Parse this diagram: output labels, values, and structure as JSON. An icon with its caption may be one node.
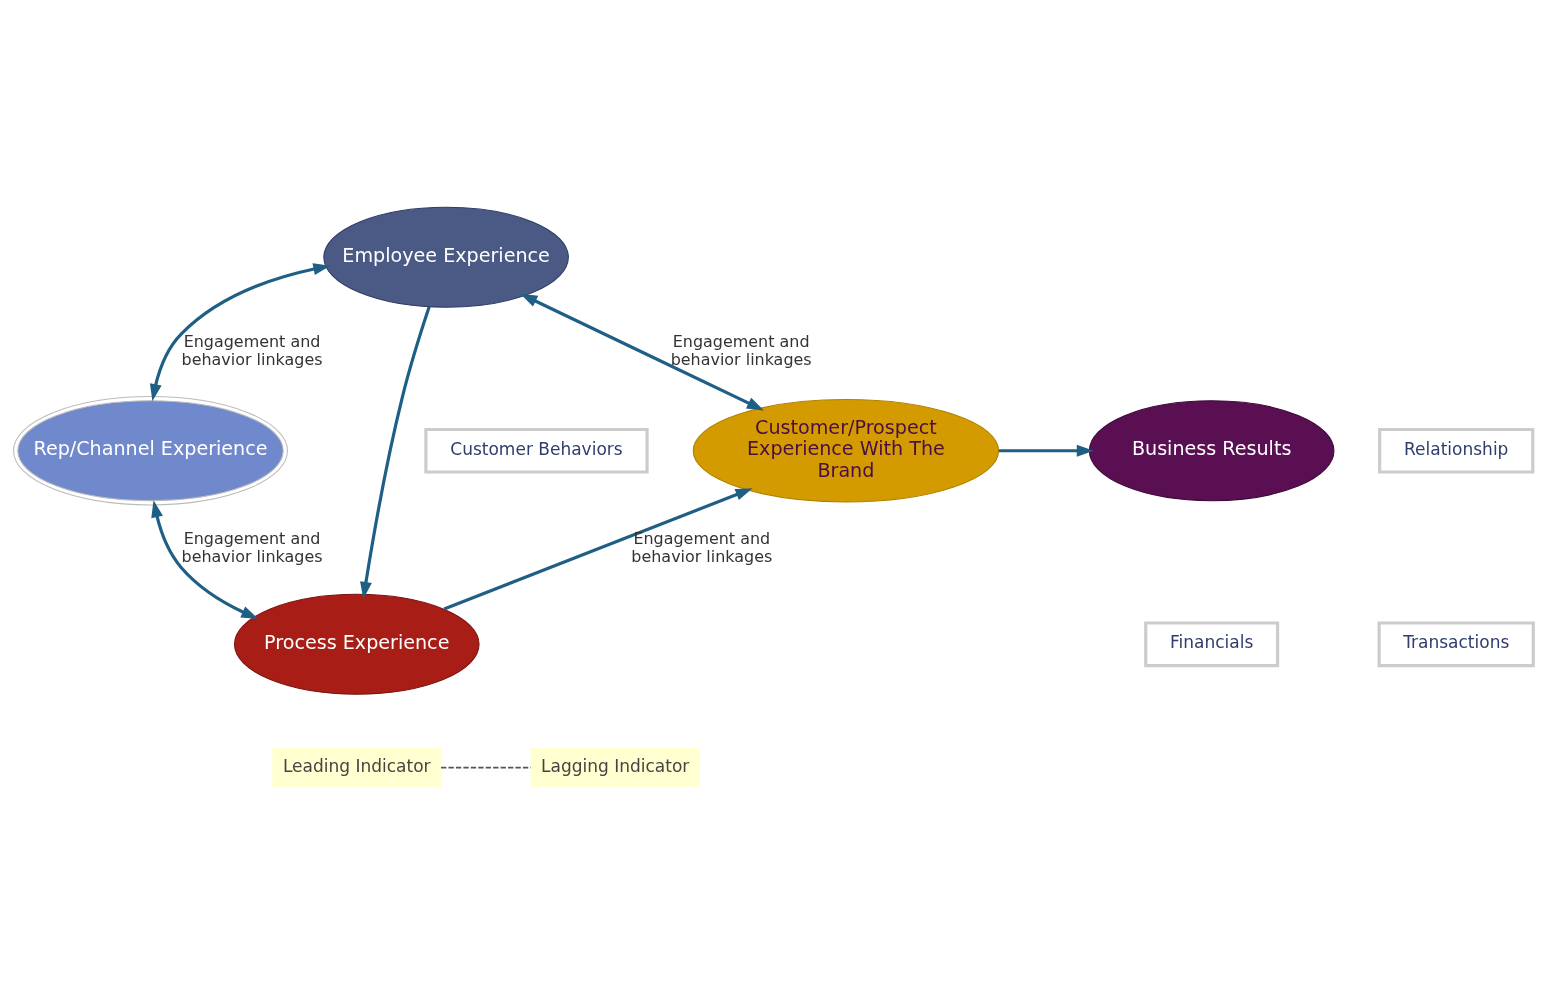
{
  "diagram": {
    "nodes": [
      {
        "text": [
          "Employee Experience"
        ]
      },
      {
        "text": [
          "Rep/Channel Experience"
        ]
      },
      {
        "text": [
          "Process Experience"
        ]
      },
      {
        "text": [
          "Customer/Prospect Experience With The Brand"
        ]
      },
      {
        "text": [
          "Business Results"
        ]
      },
      {
        "text": [
          "Relationship"
        ]
      },
      {
        "text": [
          "Transactions"
        ]
      },
      {
        "text": [
          "Customer Behaviors"
        ]
      },
      {
        "text": [
          "Financials"
        ]
      },
      {
        "text": [
          "Leading Indicator"
        ]
      },
      {
        "text": [
          "Lagging Indicator"
        ]
      }
    ],
    "edges": [
      {
        "from": 0,
        "to": 1,
        "arrow": "both",
        "label": "Engagement and behavior linkages"
      },
      {
        "from": 1,
        "to": 2,
        "arrow": "both",
        "label": "Engagement and behavior linkages"
      },
      {
        "from": 3,
        "to": 0,
        "arrow": "both",
        "label": "Engagement and behavior linkages"
      },
      {
        "from": 2,
        "to": 3,
        "arrow": "to",
        "label": "Engagement and behavior linkages"
      },
      {
        "from": 0,
        "to": 2,
        "arrow": "to"
      },
      {
        "from": 3,
        "to": 4,
        "arrow": "to"
      },
      {
        "from": 9,
        "to": 10,
        "arrow": "none",
        "style": "dashed",
        "color": "#555555"
      }
    ]
  }
}
